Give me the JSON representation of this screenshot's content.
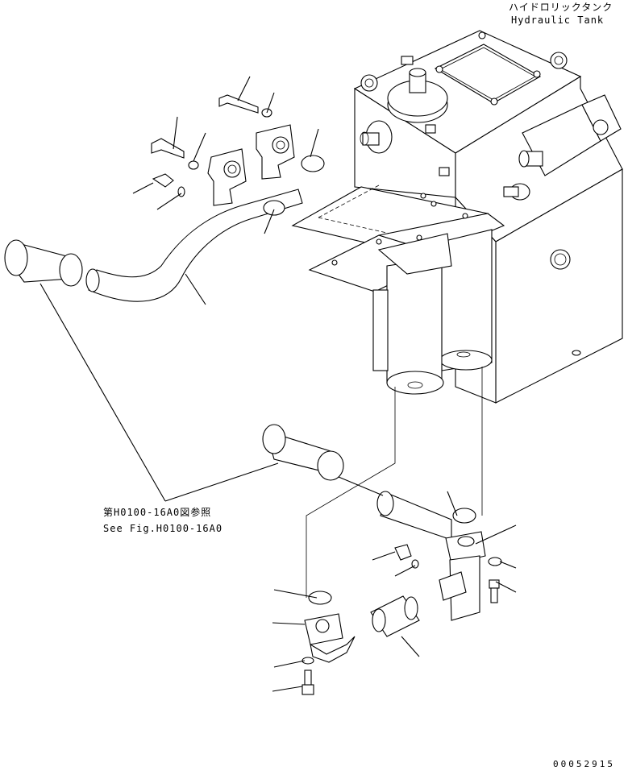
{
  "title_jp": "ハイドロリックタンク",
  "title_en": "Hydraulic Tank",
  "ref_jp": "第H0100-16A0図参照",
  "ref_en": "See Fig.H0100-16A0",
  "drawing_number": "00052915"
}
